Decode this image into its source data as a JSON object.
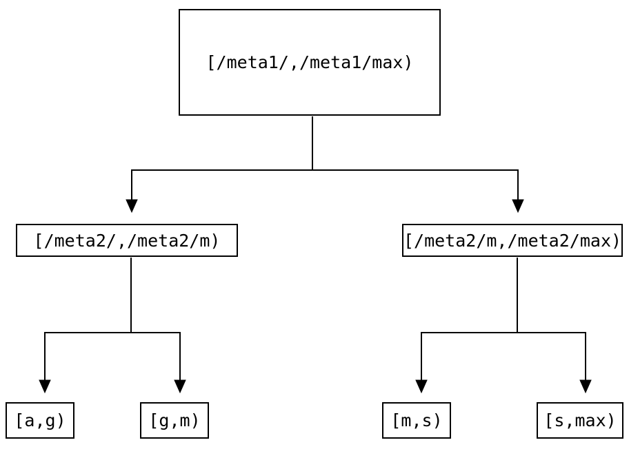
{
  "diagram": {
    "type": "binary-interval-tree",
    "colors": {
      "line": "#000000",
      "box_border": "#000000",
      "text": "#000000",
      "background": "#ffffff"
    },
    "tree": {
      "label": "[/meta1/,/meta1/max)",
      "children": [
        {
          "label": "[/meta2/,/meta2/m)",
          "children": [
            {
              "label": "[a,g)"
            },
            {
              "label": "[g,m)"
            }
          ]
        },
        {
          "label": "[/meta2/m,/meta2/max)",
          "children": [
            {
              "label": "[m,s)"
            },
            {
              "label": "[s,max)"
            }
          ]
        }
      ]
    }
  }
}
